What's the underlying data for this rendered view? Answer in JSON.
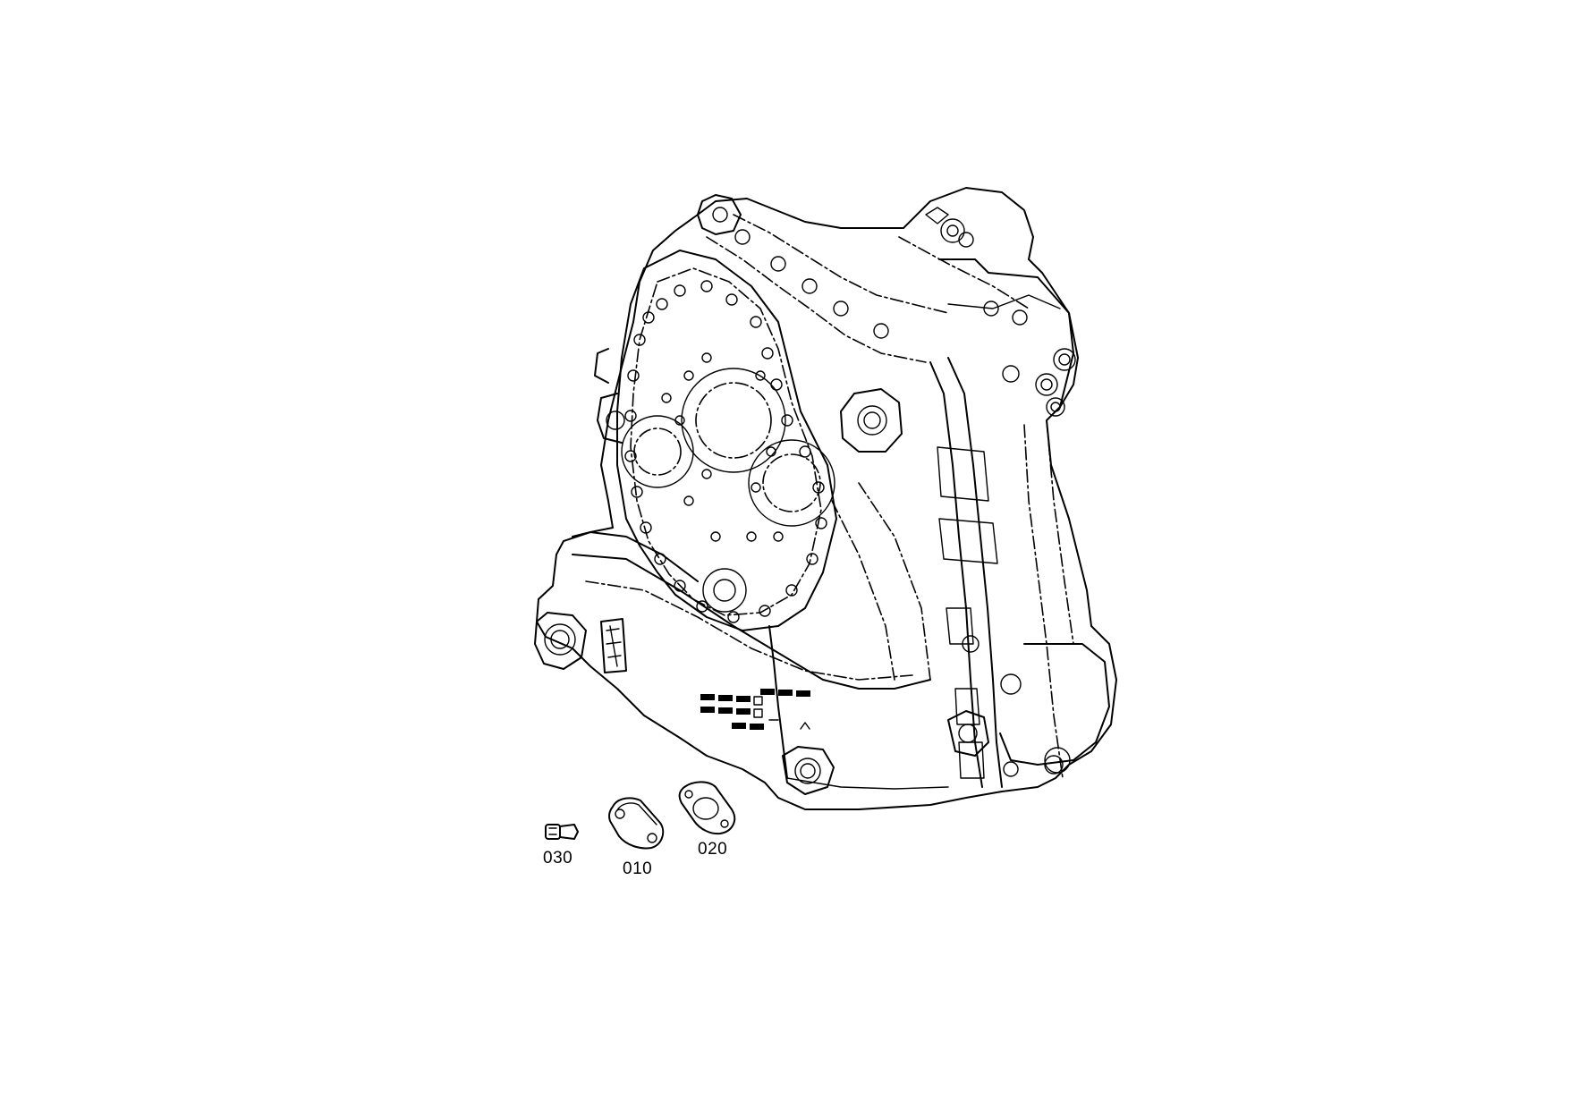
{
  "diagram": {
    "type": "exploded-parts-view",
    "parts": [
      {
        "number": "030",
        "icon": "bolt-icon"
      },
      {
        "number": "010",
        "icon": "cover-plate-icon"
      },
      {
        "number": "020",
        "icon": "gasket-icon"
      }
    ]
  }
}
